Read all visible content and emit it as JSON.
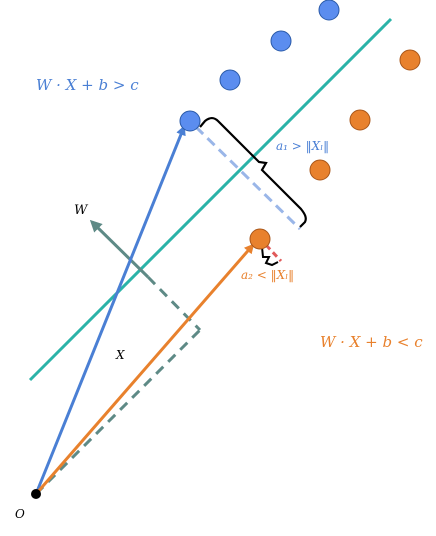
{
  "colors": {
    "blue": "#5b8def",
    "blue_arrow": "#4a7fd4",
    "orange": "#e8812d",
    "teal": "#2bb3a8",
    "gray_teal": "#5e8a86",
    "dash_blue": "#9ab6e8",
    "dash_red": "#e05a5a",
    "black": "#000000"
  },
  "labels": {
    "upper_region": "W · X + b > c",
    "lower_region": "W · X + b < c",
    "a1": "a₁ > ‖Xₗ‖",
    "a2": "a₂ < ‖Xₗ‖",
    "w_vec": "W",
    "x_vec": "X",
    "origin": "O"
  }
}
